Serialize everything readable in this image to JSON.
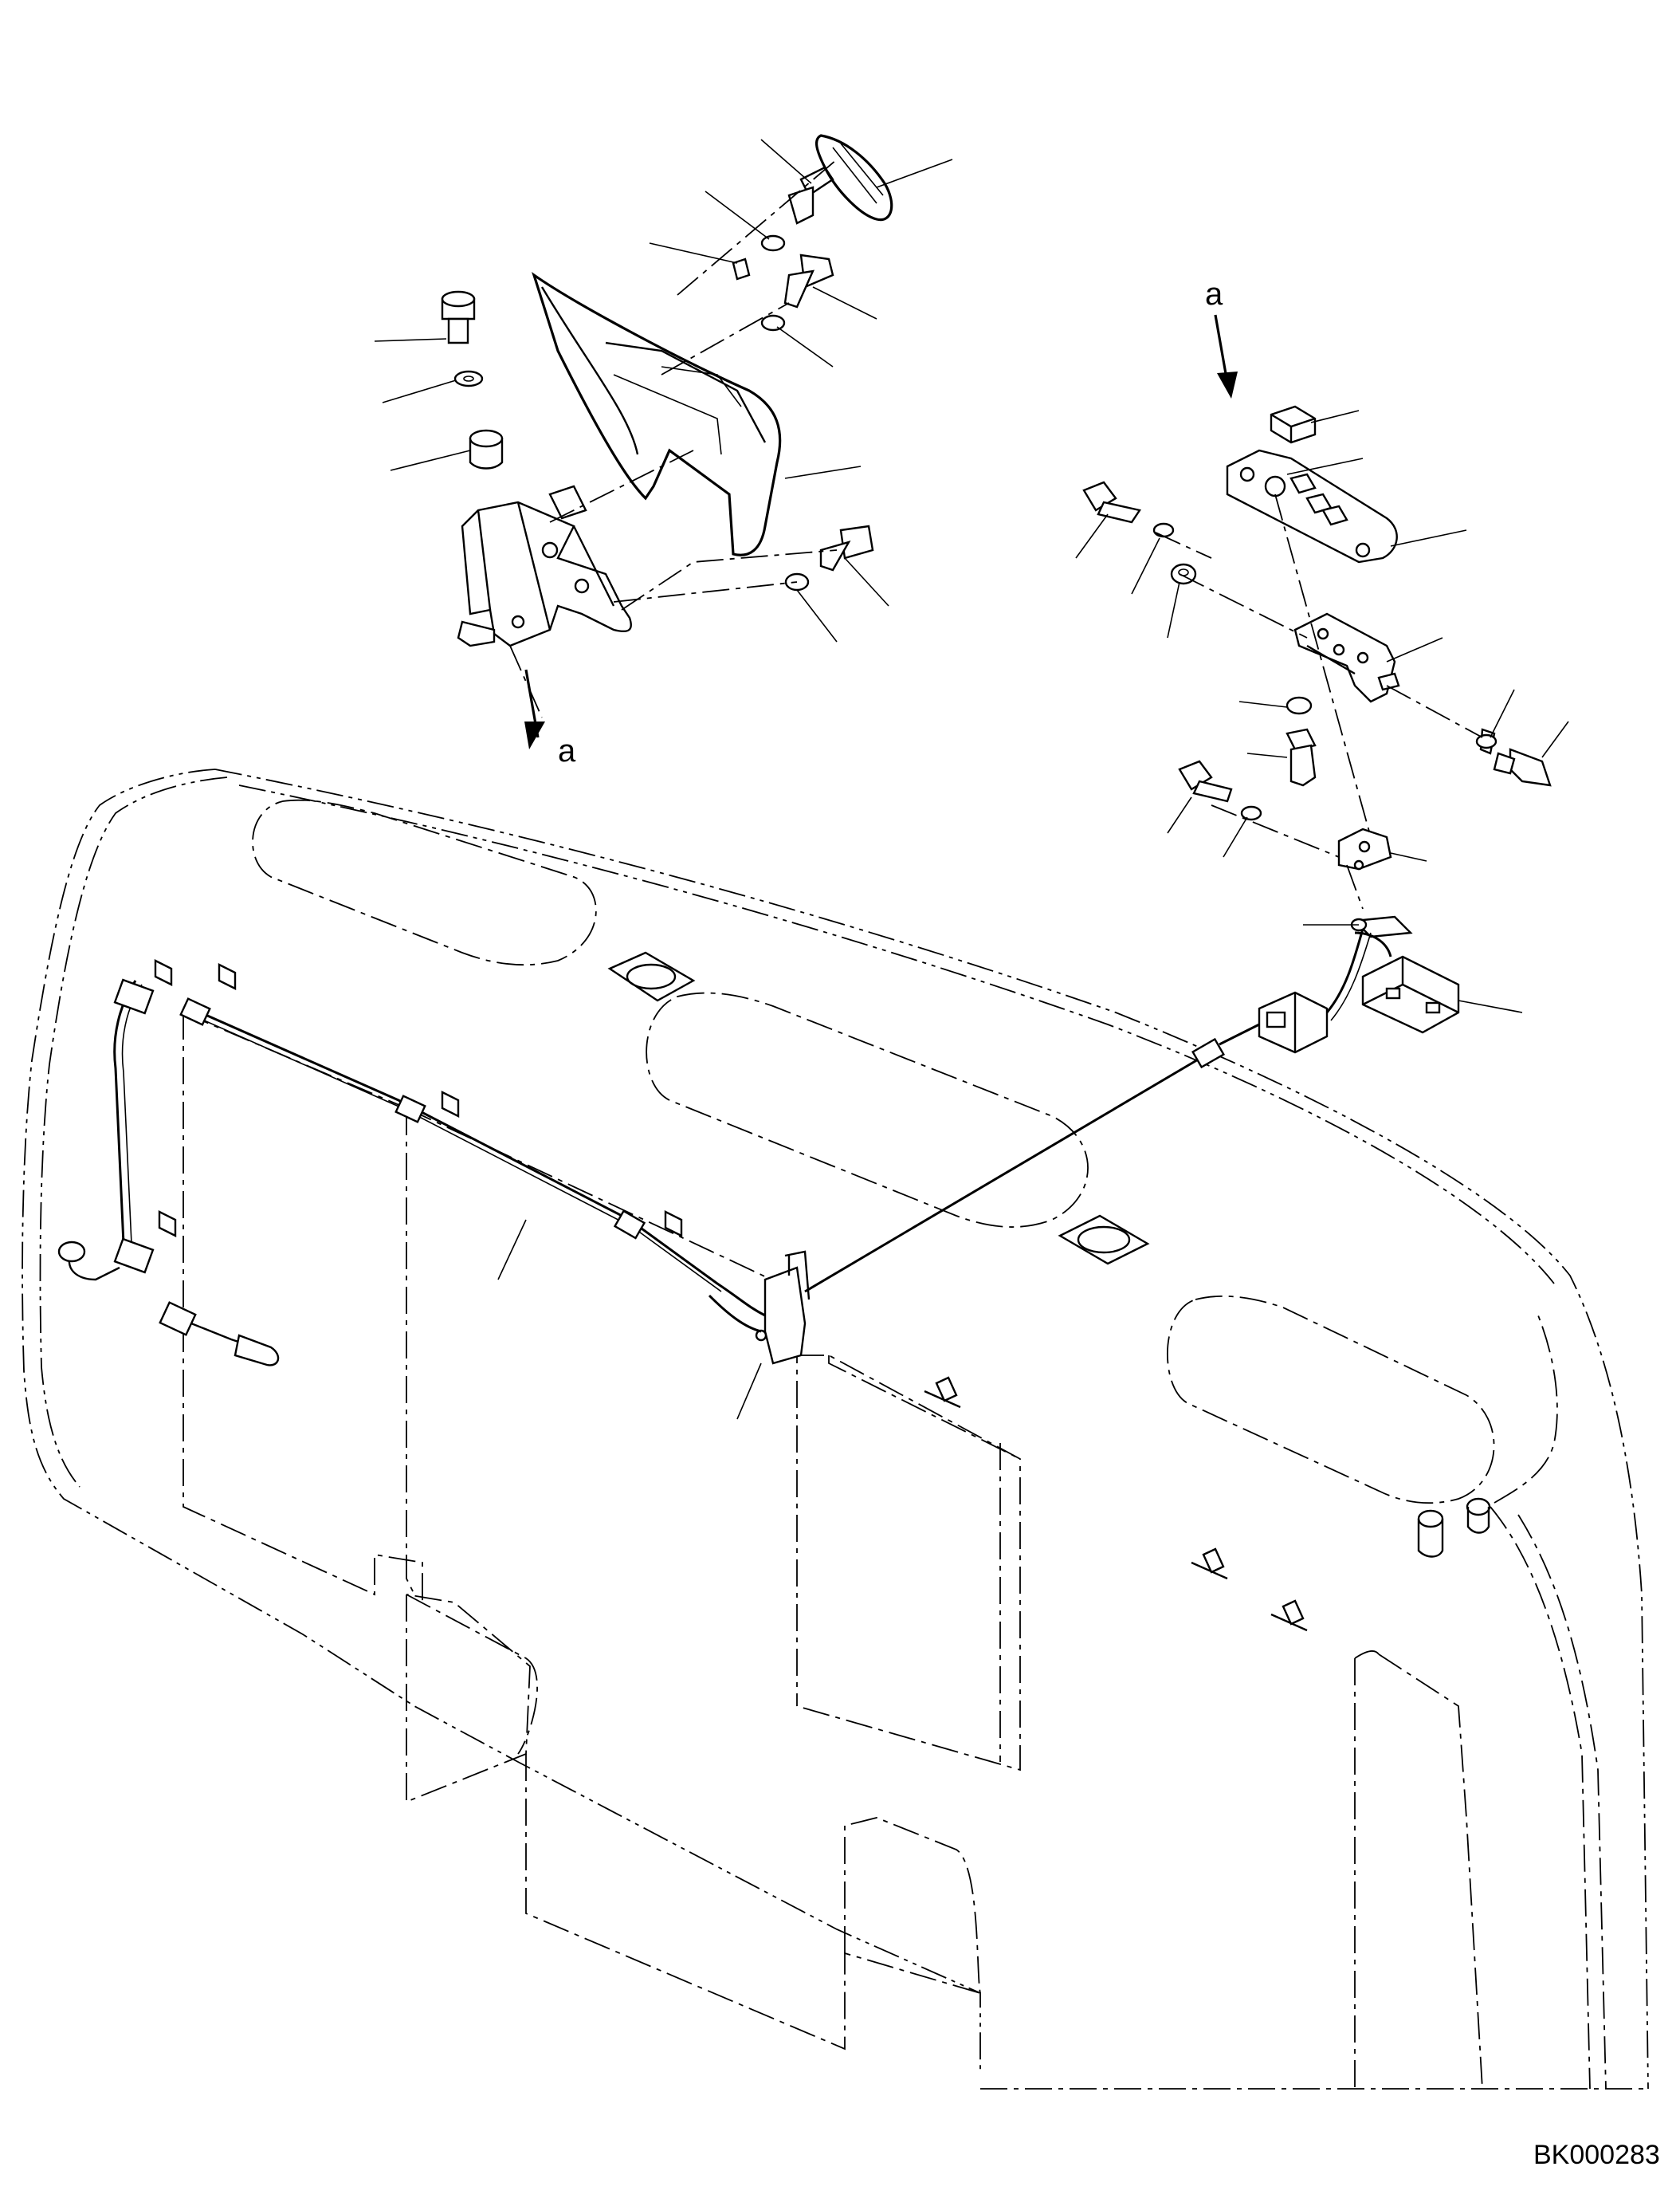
{
  "view_labels": {
    "upper_left_a": "a",
    "upper_right_a": "a"
  },
  "document_id": "BK000283"
}
